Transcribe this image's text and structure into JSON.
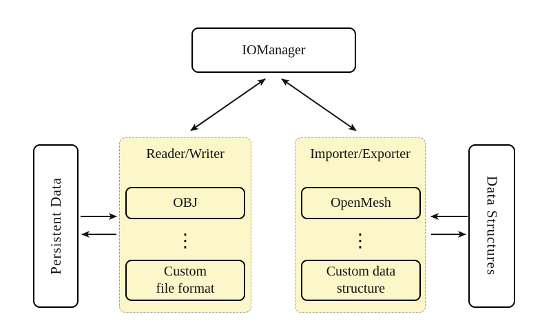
{
  "colors": {
    "background": "#ffffff",
    "node_fill": "#ffffff",
    "node_border": "#000000",
    "group_fill": "#fbf7c8",
    "group_border": "#9b9b9b",
    "text": "#111111",
    "arrow": "#111111"
  },
  "nodes": {
    "iomanager": "IOManager",
    "persistent_data": "Persistent Data",
    "data_structures": "Data Structures"
  },
  "groups": {
    "reader_writer": {
      "title": "Reader/Writer",
      "items": [
        "OBJ",
        "Custom\nfile format"
      ],
      "vdots_icon": "⋮"
    },
    "importer_exporter": {
      "title": "Importer/Exporter",
      "items": [
        "OpenMesh",
        "Custom data\nstructure"
      ],
      "vdots_icon": "⋮"
    }
  },
  "connections": [
    {
      "from": "IOManager",
      "to": "Reader/Writer",
      "bidirectional": true
    },
    {
      "from": "IOManager",
      "to": "Importer/Exporter",
      "bidirectional": true
    },
    {
      "from": "Persistent Data",
      "to": "Reader/Writer",
      "bidirectional": false
    },
    {
      "from": "Reader/Writer",
      "to": "Persistent Data",
      "bidirectional": false
    },
    {
      "from": "Data Structures",
      "to": "Importer/Exporter",
      "bidirectional": false
    },
    {
      "from": "Importer/Exporter",
      "to": "Data Structures",
      "bidirectional": false
    }
  ]
}
